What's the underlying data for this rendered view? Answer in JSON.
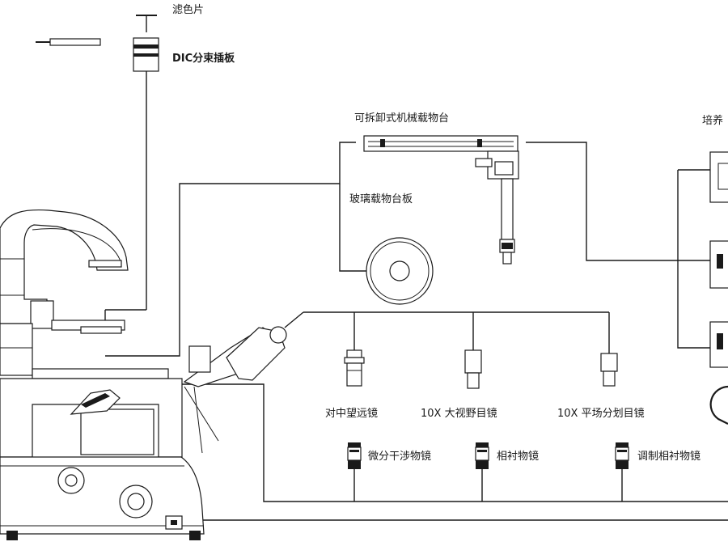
{
  "labels": {
    "filter": "滤色片",
    "dic_slider": "DIC分束插板",
    "stage": "可拆卸式机械载物台",
    "glass_plate": "玻璃载物台板",
    "culture": "培养",
    "centering_telescope": "对中望远镜",
    "wide_eyepiece": "10X 大视野目镜",
    "reticle_eyepiece": "10X 平场分划目镜",
    "dic_objective": "微分干涉物镜",
    "phase_objective": "相衬物镜",
    "mod_phase_objective": "调制相衬物镜"
  },
  "colors": {
    "line": "#1a1a1a",
    "background": "#ffffff"
  }
}
